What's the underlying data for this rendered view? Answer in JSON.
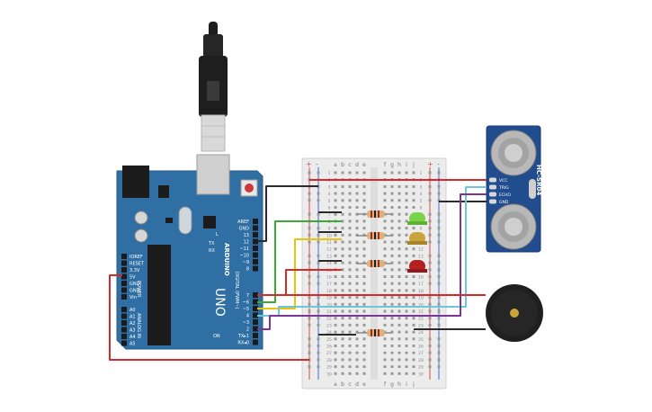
{
  "arduino": {
    "brand": "ARDUINO",
    "model": "UNO",
    "power_header_title": "POWER",
    "analog_header_title": "ANALOG IN",
    "digital_header_title": "DIGITAL (PWM~)",
    "on_label": "ON",
    "power_pins": [
      "IOREF",
      "RESET",
      "3.3V",
      "5V",
      "GND",
      "GND",
      "Vin"
    ],
    "analog_pins": [
      "A0",
      "A1",
      "A2",
      "A3",
      "A4",
      "A5"
    ],
    "digital_pins_upper": [
      "AREF",
      "GND",
      "13",
      "12",
      "~11",
      "~10",
      "~9",
      "8"
    ],
    "digital_pins_lower": [
      "7",
      "~6",
      "~5",
      "4",
      "~3",
      "2",
      "TX▸1",
      "RX◂0"
    ],
    "tx_label": "TX",
    "rx_label": "RX",
    "l_label": "L"
  },
  "breadboard": {
    "columns_left": [
      "a",
      "b",
      "c",
      "d",
      "e"
    ],
    "columns_right": [
      "f",
      "g",
      "h",
      "i",
      "j"
    ],
    "row_count": 30,
    "plus_label": "+",
    "minus_label": "-"
  },
  "sensor": {
    "model": "HC-SR04",
    "pins": [
      "VCC",
      "TRIG",
      "ECHO",
      "GND"
    ]
  },
  "colors": {
    "board": "#2f6fa3",
    "wire_red": "#d42a2a",
    "wire_black": "#2b2b2b",
    "wire_green": "#3aa935",
    "wire_yellow": "#e8c310",
    "wire_cyan": "#6cc7d8",
    "wire_purple": "#7a3596",
    "led_green": "#7bd34a",
    "led_yellow": "#c9a43a",
    "led_red": "#b52020"
  }
}
